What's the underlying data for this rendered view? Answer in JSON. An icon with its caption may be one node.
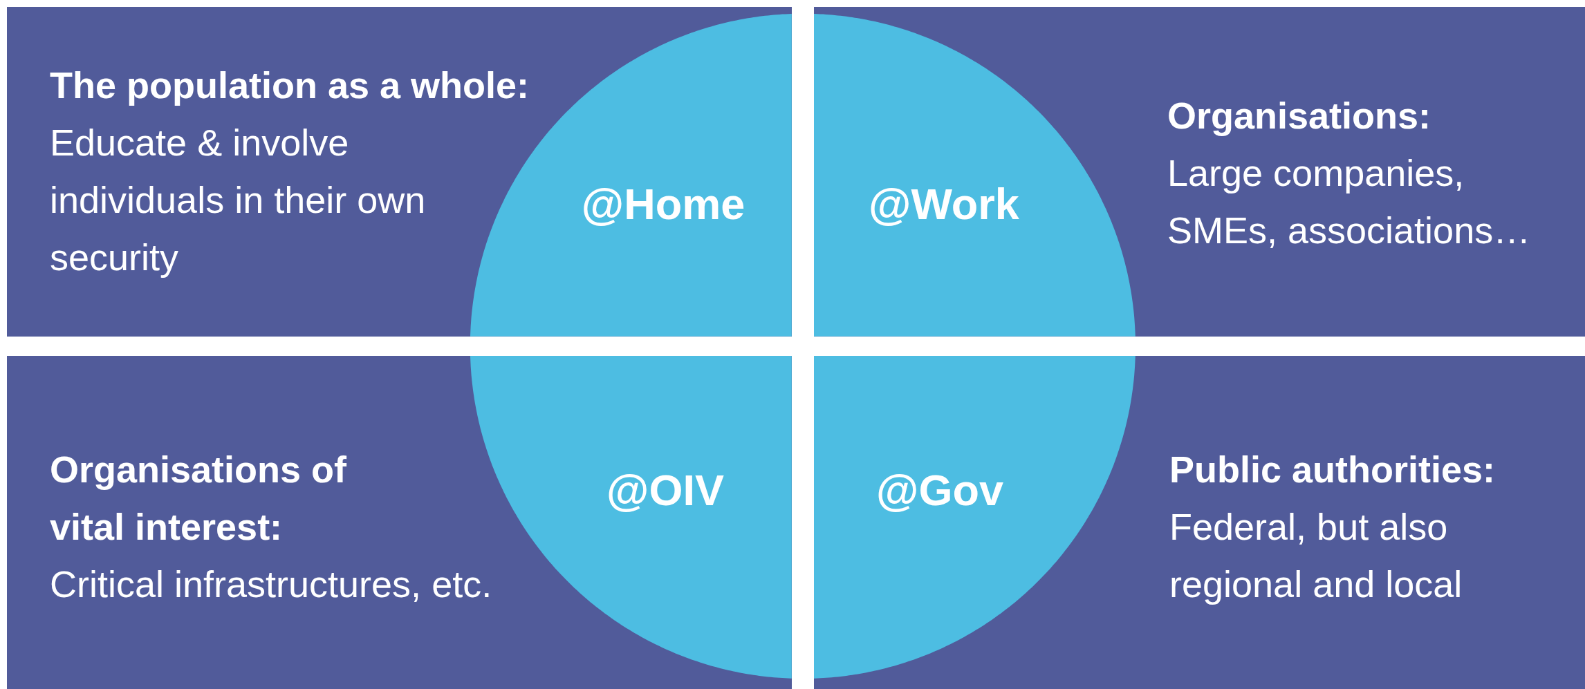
{
  "diagram": {
    "nodes": [
      {
        "text": [
          "The population as a whole:",
          "Educate & involve individuals in their own security"
        ]
      },
      {
        "text": [
          "@Home"
        ],
        "in": 0
      },
      {
        "text": [
          "Organisations:",
          "Large companies, SMEs, associations…"
        ]
      },
      {
        "text": [
          "@Work"
        ],
        "in": 2
      },
      {
        "text": [
          "Organisations of vital interest:",
          "Critical infrastructures, etc."
        ]
      },
      {
        "text": [
          "@OIV"
        ],
        "in": 4
      },
      {
        "text": [
          "Public authorities:",
          "Federal, but also regional and local"
        ]
      },
      {
        "text": [
          "@Gov"
        ],
        "in": 6
      }
    ]
  }
}
